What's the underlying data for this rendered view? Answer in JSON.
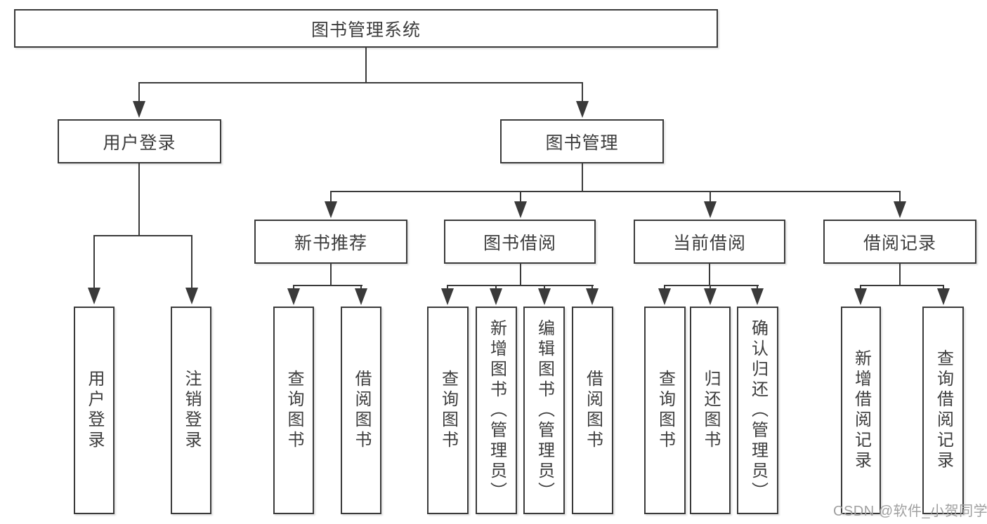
{
  "diagram": {
    "title": "图书管理系统",
    "level2": {
      "user_login": "用户登录",
      "book_management": "图书管理"
    },
    "level3": {
      "new_book_recommend": "新书推荐",
      "book_borrow": "图书借阅",
      "current_borrow": "当前借阅",
      "borrow_records": "借阅记录"
    },
    "leaves": {
      "user_login_leaf": "用户登录",
      "logout": "注销登录",
      "nb_query_books": "查询图书",
      "nb_borrow_books": "借阅图书",
      "bb_query_books": "查询图书",
      "bb_add_books": "新增图书（管理员）",
      "bb_edit_books": "编辑图书（管理员）",
      "bb_borrow_books": "借阅图书",
      "cb_query_books": "查询图书",
      "cb_return_books": "归还图书",
      "cb_confirm_return": "确认归还（管理员）",
      "br_add_record": "新增借阅记录",
      "br_query_record": "查询借阅记录"
    },
    "watermark": "CSDN @软件_小贺同学",
    "colors": {
      "line": "#3a3a3a",
      "text": "#3d3d3d",
      "watermark": "#a0a0a0",
      "background": "#ffffff"
    }
  }
}
